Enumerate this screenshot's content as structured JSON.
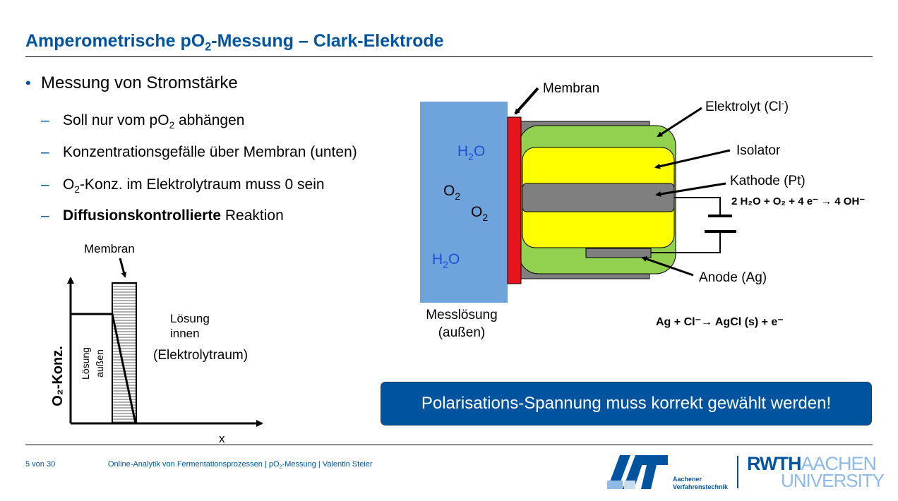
{
  "title": {
    "pre": "Amperometrische pO",
    "sub": "2",
    "post": "-Messung – Clark-Elektrode"
  },
  "bullets": {
    "main": "Messung von Stromstärke",
    "sub1": {
      "pre": "Soll nur vom pO",
      "sub": "2",
      "post": " abhängen"
    },
    "sub2": "Konzentrationsgefälle über Membran (unten)",
    "sub3": {
      "pre": "O",
      "sub": "2",
      "post": "-Konz. im Elektrolytraum muss 0 sein"
    },
    "sub4": {
      "bold": "Diffusionskontrollierte",
      "rest": " Reaktion"
    }
  },
  "diagram": {
    "membran_label": "Membran",
    "elektrolyt": {
      "pre": "Elektrolyt (Cl",
      "sup": "-",
      "post": ")"
    },
    "isolator": "Isolator",
    "kathode": "Kathode (Pt)",
    "anode": "Anode (Ag)",
    "h2o_top": {
      "pre": "H",
      "sub": "2",
      "post": "O"
    },
    "h2o_bottom": {
      "pre": "H",
      "sub": "2",
      "post": "O"
    },
    "o2_a": {
      "pre": "O",
      "sub": "2"
    },
    "o2_b": {
      "pre": "O",
      "sub": "2"
    },
    "messloesung_line1": "Messlösung",
    "messloesung_line2": "(außen)",
    "cathode_reaction": "2 H₂O + O₂ + 4 e⁻ → 4 OH⁻",
    "anode_reaction": "Ag + Cl⁻→ AgCl (s) + e⁻"
  },
  "profile": {
    "membran_label": "Membran",
    "ylabel": "O₂-Konz.",
    "xlabel": "x",
    "loesung_aussen_line1": "Lösung",
    "loesung_aussen_line2": "außen",
    "loesung_innen_line1": "Lösung",
    "loesung_innen_line2": "innen",
    "elektrolytraum": "(Elektrolytraum)"
  },
  "callout": "Polarisations-Spannung muss korrekt gewählt werden!",
  "footer": {
    "page": "5 von 30",
    "course": "Online-Analytik von Fermentationsprozessen",
    "topic_pre": "pO",
    "topic_sub": "2",
    "topic_post": "-Messung",
    "author": "Valentin Steier",
    "sep": "|"
  },
  "logos": {
    "avt_line1": "Aachener",
    "avt_line2": "Verfahrenstechnik",
    "rwth_word": "RWTH",
    "rwth_aachen": "AACHEN",
    "rwth_university": "UNIVERSITY"
  },
  "colors": {
    "brand_blue": "#00549f",
    "light_blue": "#8ebae5",
    "solution_blue": "#6ea3dc",
    "membrane_red": "#e4161b",
    "electrolyte_green": "#92d050",
    "isolator_yellow": "#ffff00",
    "electrode_gray": "#7f7f7f"
  }
}
